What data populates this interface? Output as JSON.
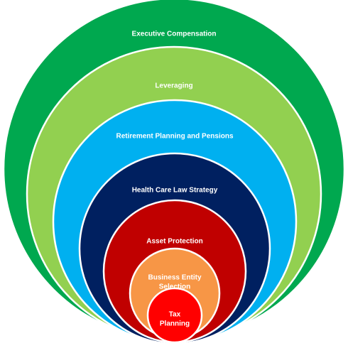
{
  "diagram": {
    "rings": [
      {
        "label": "Executive Compensation",
        "color": "#00a84f"
      },
      {
        "label": "Leveraging",
        "color": "#92d050"
      },
      {
        "label": "Retirement Planning and Pensions",
        "color": "#00b0f0"
      },
      {
        "label": "Health Care Law Strategy",
        "color": "#002060"
      },
      {
        "label": "Asset Protection",
        "color": "#c00000"
      },
      {
        "label": [
          "Business Entity",
          "Selection"
        ],
        "color": "#f79646"
      },
      {
        "label": [
          "Tax",
          "Planning"
        ],
        "color": "#ff0000"
      }
    ],
    "stroke_color": "#ffffff"
  }
}
